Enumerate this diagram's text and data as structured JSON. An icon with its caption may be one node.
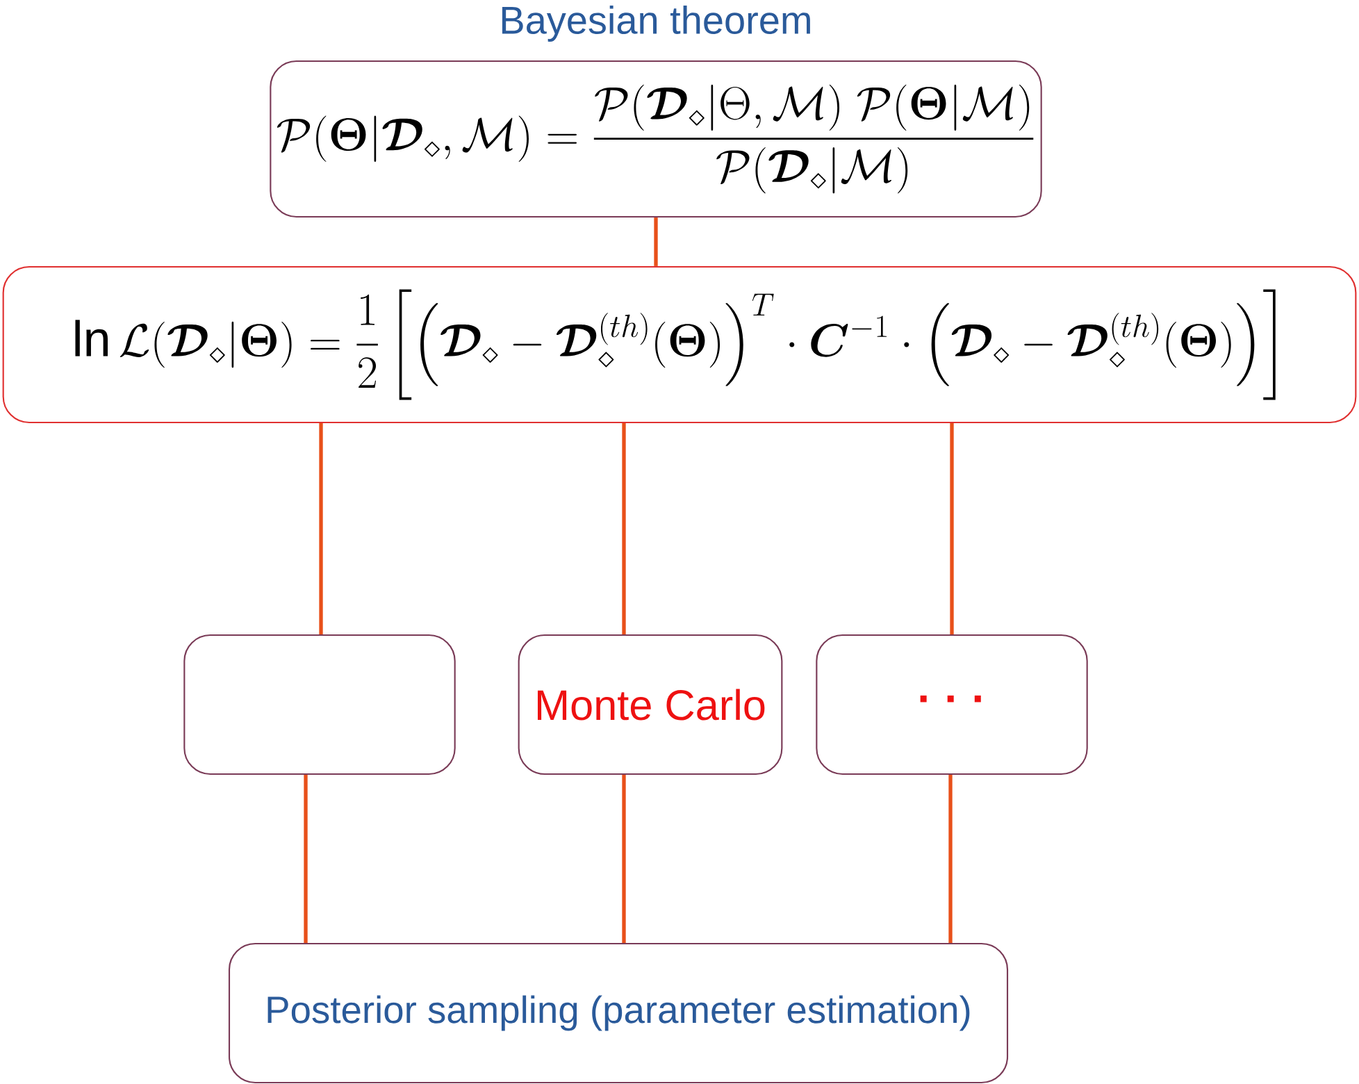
{
  "diagram": {
    "title": "Bayesian theorem",
    "nodes": [
      {
        "text": [
          "\\mathcal{P}(\\boldsymbol{\\Theta}|\\boldsymbol{\\mathcal{D}}_\\diamond,\\mathcal{M}) = \\frac{\\mathcal{P}(\\boldsymbol{\\mathcal{D}}_\\diamond|\\Theta,\\mathcal{M})\\;\\mathcal{P}(\\boldsymbol{\\Theta}|\\mathcal{M})}{\\mathcal{P}(\\boldsymbol{\\mathcal{D}}_\\diamond|\\mathcal{M})}"
        ]
      },
      {
        "text": [
          "\\ln\\mathcal{L}(\\boldsymbol{\\mathcal{D}}_\\diamond|\\boldsymbol{\\Theta}) = \\frac{1}{2}\\left[\\left(\\boldsymbol{\\mathcal{D}}_\\diamond-\\boldsymbol{\\mathcal{D}}_\\diamond^{(th)}(\\boldsymbol{\\Theta})\\right)^T\\cdot\\boldsymbol{C}^{-1}\\cdot\\left(\\boldsymbol{\\mathcal{D}}_\\diamond-\\boldsymbol{\\mathcal{D}}_\\diamond^{(th)}(\\boldsymbol{\\Theta})\\right)\\right]"
        ]
      },
      {
        "text": [],
        "shape": "box"
      },
      {
        "text": [
          "Monte Carlo"
        ]
      },
      {
        "text": [
          "· · ·"
        ]
      },
      {
        "text": [
          "Posterior sampling (parameter estimation)"
        ]
      }
    ],
    "edges": [
      {
        "from": 0,
        "to": 1,
        "arrow": "none"
      },
      {
        "from": 1,
        "to": 2,
        "arrow": "none"
      },
      {
        "from": 1,
        "to": 3,
        "arrow": "none"
      },
      {
        "from": 1,
        "to": 4,
        "arrow": "none"
      },
      {
        "from": 2,
        "to": 5,
        "arrow": "none"
      },
      {
        "from": 3,
        "to": 5,
        "arrow": "none"
      },
      {
        "from": 4,
        "to": 5,
        "arrow": "none"
      }
    ]
  }
}
